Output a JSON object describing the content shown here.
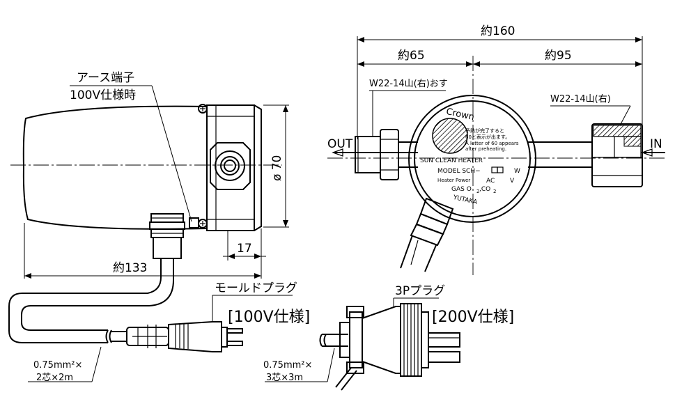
{
  "labels": {
    "earth_terminal_l1": "アース端子",
    "earth_terminal_l2": "100V仕様時",
    "dia70": "ø 70",
    "dim17": "17",
    "dim133": "約133",
    "mold_plug": "モールドプラグ",
    "spec100": "[100V仕様]",
    "cable100_l1": "0.75mm²×",
    "cable100_l2": "2芯×2m",
    "plug3p": "3Pプラグ",
    "spec200": "[200V仕様]",
    "cable200_l1": "0.75mm²×",
    "cable200_l2": "3芯×3m",
    "dim160": "約160",
    "dim65": "約65",
    "dim95": "約95",
    "w22_out": "W22-14山(右)おす",
    "w22_in": "W22-14山(右)",
    "out": "OUT",
    "in": "IN"
  },
  "face": {
    "brand": "Crown",
    "note_jp_1": "予熱が完了すると",
    "note_jp_2": "60と表示が出ます。",
    "note_en_1": "A letter of 60 appears",
    "note_en_2": "after preheating.",
    "product": "SUN   CLEAN   HEATER",
    "model": "MODEL  SCH−",
    "heater_power": "Heater Power",
    "ac": "AC",
    "v": "V",
    "w": "W",
    "gas": "GAS  O",
    "co": ",CO",
    "sub2": "2",
    "maker": "YUTAKA"
  }
}
